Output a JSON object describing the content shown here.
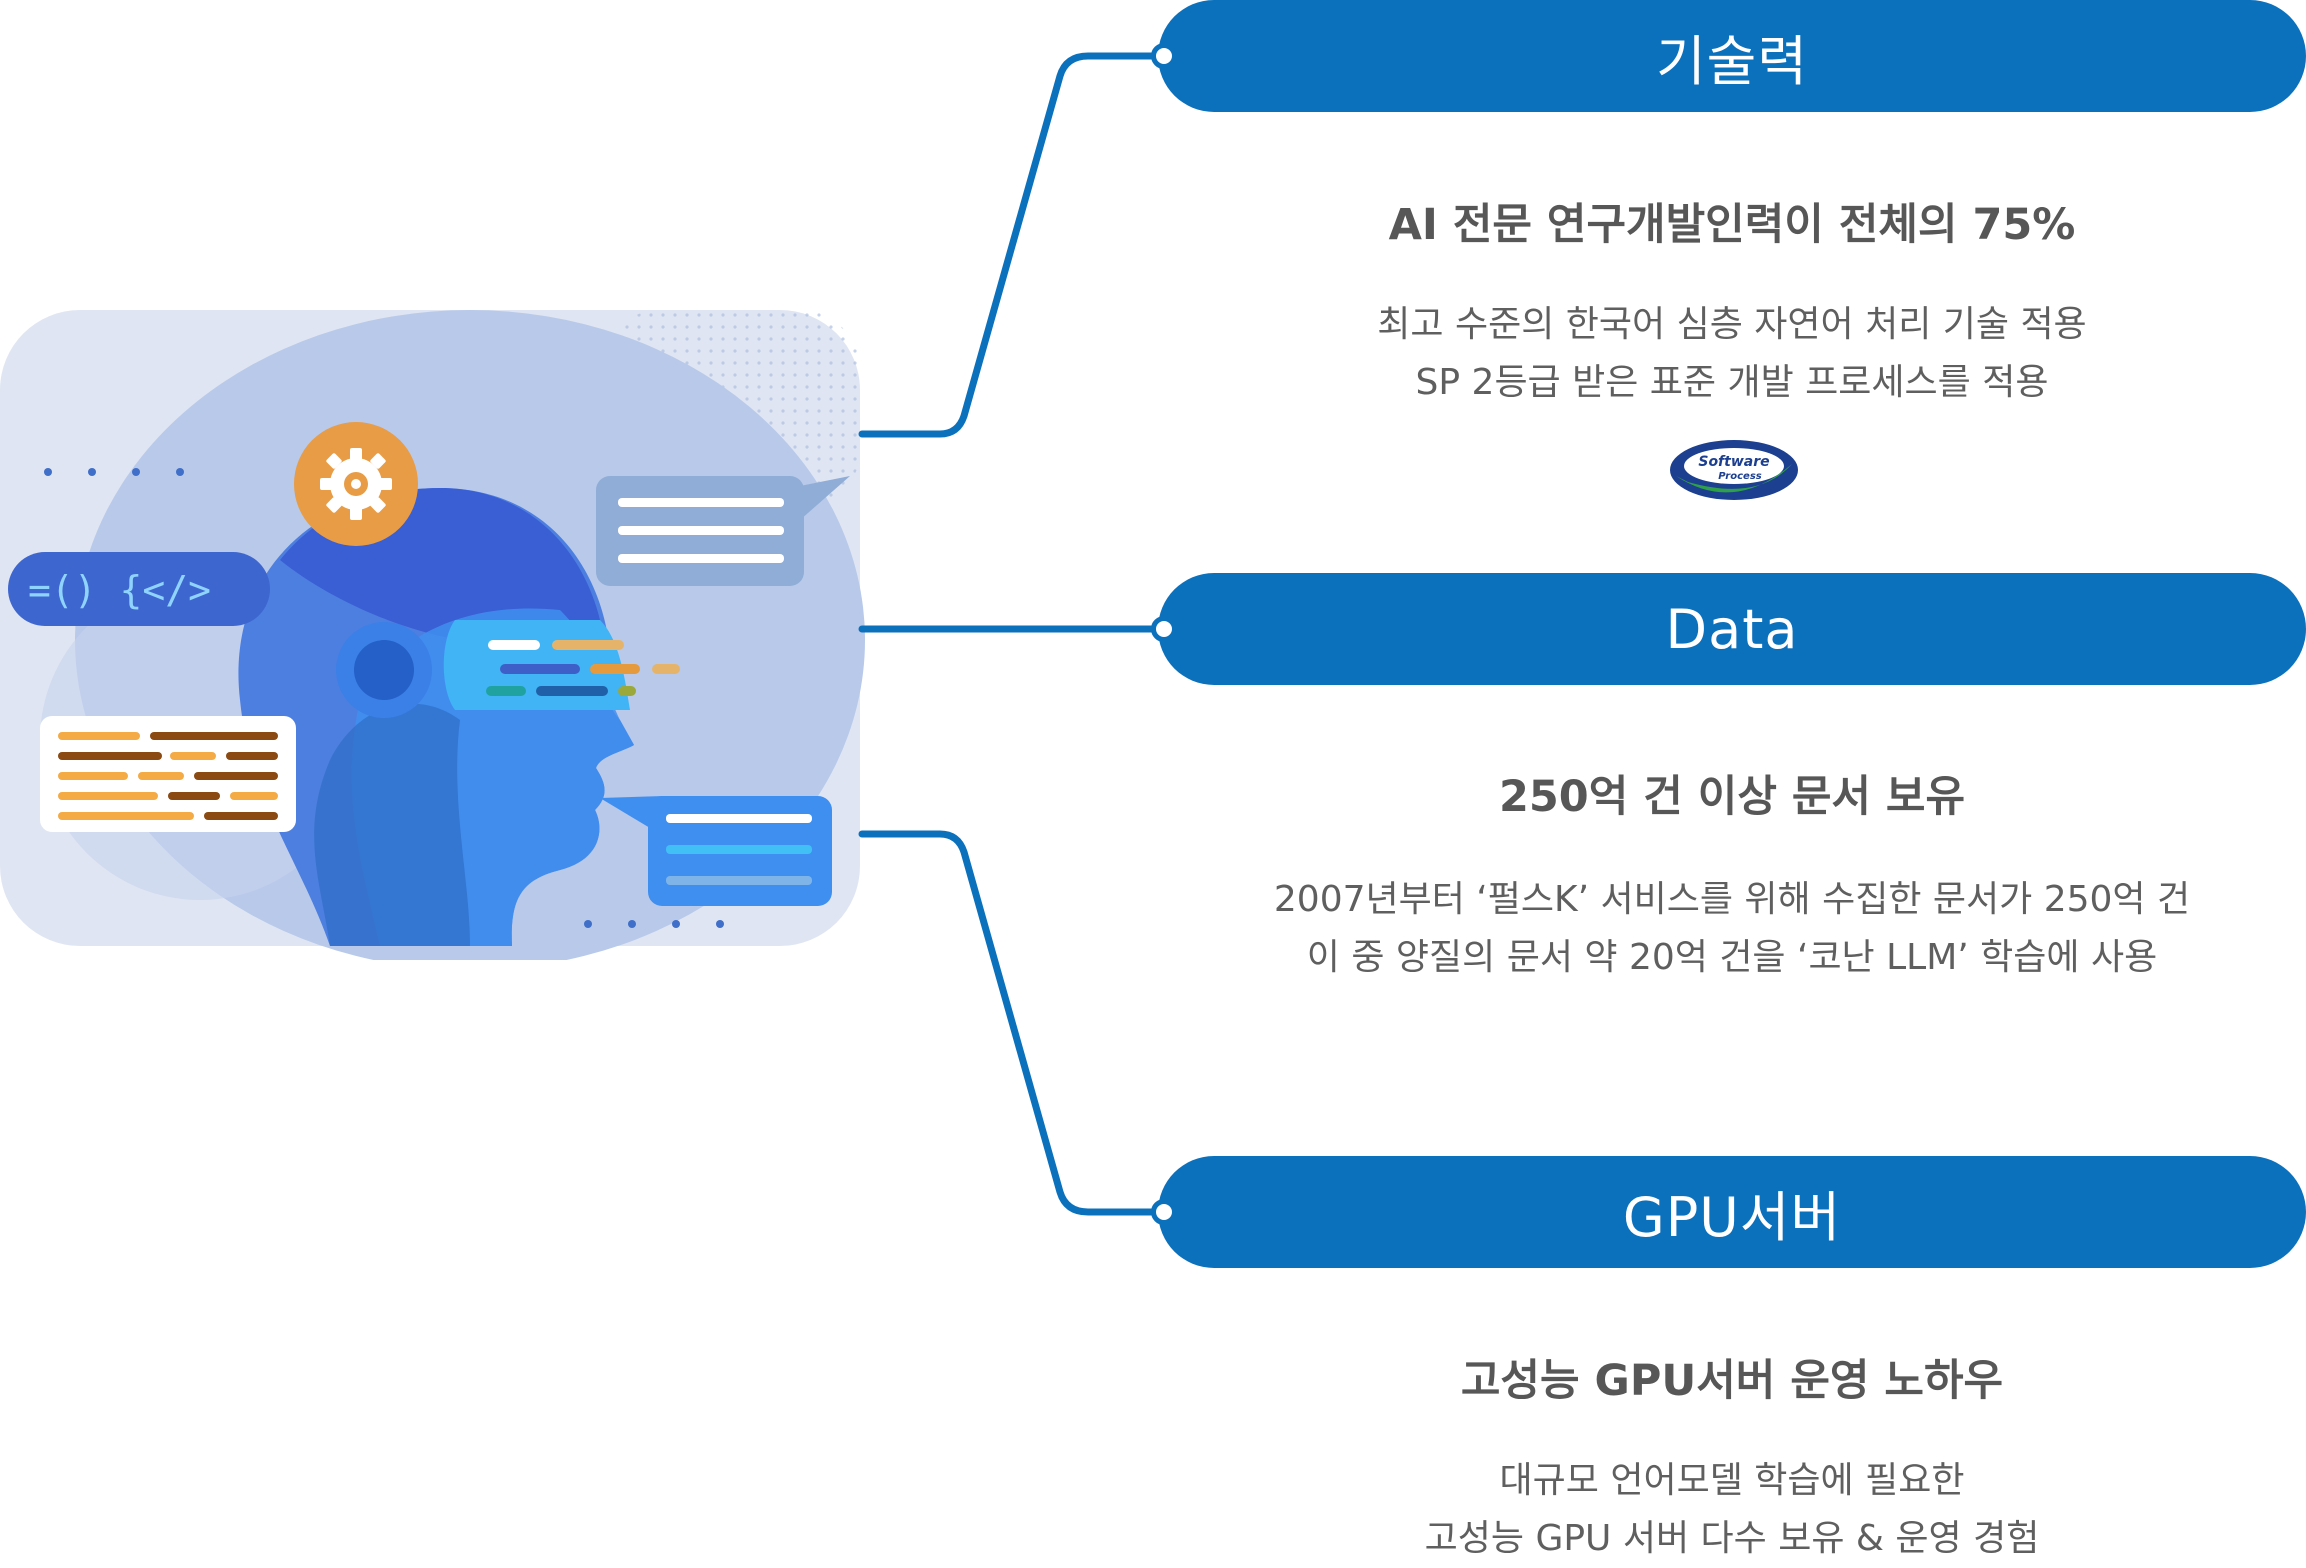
{
  "illustration": {
    "code_badge": "=() {</>"
  },
  "sections": [
    {
      "title": "기술력",
      "heading": "AI 전문 연구개발인력이 전체의 75%",
      "lines": [
        "최고 수준의 한국어 심층 자연어 처리 기술 적용",
        "SP 2등급 받은 표준 개발 프로세스를 적용"
      ],
      "logo_text": [
        "Software",
        "Process"
      ]
    },
    {
      "title": "Data",
      "heading": "250억 건 이상 문서 보유",
      "lines": [
        "2007년부터 ‘펄스K’ 서비스를 위해 수집한 문서가 250억 건",
        "이 중 양질의 문서 약 20억 건을 ‘코난 LLM’ 학습에 사용"
      ]
    },
    {
      "title": "GPU서버",
      "heading": "고성능 GPU서버 운영 노하우",
      "lines": [
        "대규모 언어모델 학습에 필요한",
        "고성능 GPU 서버 다수 보유 & 운영 경험"
      ]
    }
  ],
  "colors": {
    "accent": "#0c71bc",
    "heading_text": "#575757",
    "body_text": "#5f5f5f"
  }
}
